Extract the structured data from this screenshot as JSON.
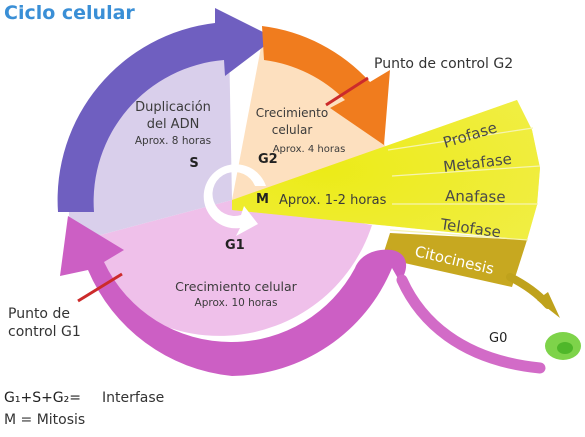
{
  "title": "Ciclo celular",
  "phases": {
    "s": {
      "letter": "S",
      "line1": "Duplicación",
      "line2": "del ADN",
      "duration": "Aprox. 8 horas"
    },
    "g2": {
      "letter": "G2",
      "line1": "Crecimiento",
      "line2": "celular",
      "duration": "Aprox. 4 horas"
    },
    "g1": {
      "letter": "G1",
      "line1": "Crecimiento celular",
      "duration": "Aprox. 10 horas"
    },
    "m": {
      "letter": "M",
      "duration": "Aprox. 1-2 horas"
    },
    "g0": {
      "letter": "G0"
    }
  },
  "mitosis_stages": [
    "Profase",
    "Metafase",
    "Anafase",
    "Telofase",
    "Citocinesis"
  ],
  "checkpoints": {
    "g2": "Punto de control G2",
    "g1_line1": "Punto de",
    "g1_line2": "control G1"
  },
  "legend": {
    "interphase_formula": "G₁+S+G₂=",
    "interphase_label": "Interfase",
    "mitosis": "M = Mitosis"
  },
  "colors": {
    "title": "#3a8fd6",
    "s_arrow": "#6f5fc0",
    "s_fill": "#d9cfeb",
    "g2_arrow": "#f07c1e",
    "g2_fill": "#fde0bf",
    "g1_arrow": "#cc5fc4",
    "g1_fill": "#efc0ea",
    "m_fill": "#eaea1c",
    "citocinesis": "#c4a51e",
    "checkpoint": "#cc2b2b",
    "g0_cell": "#7ed34a"
  }
}
